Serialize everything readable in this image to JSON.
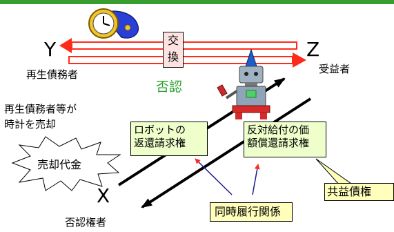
{
  "labels": {
    "party_y": "Y",
    "party_y_role": "再生債務者",
    "party_z": "Z",
    "party_z_role": "受益者",
    "party_x": "X",
    "party_x_role": "否認権者",
    "exchange_line1": "交",
    "exchange_line2": "換",
    "denial": "否認",
    "sale_line1": "再生債務者等が",
    "sale_line2": "時計を売却",
    "proceeds": "売却代金",
    "robot_claim_line1": "ロボットの",
    "robot_claim_line2": "返還請求権",
    "counter_claim_line1": "反対給付の価",
    "counter_claim_line2": "額償還請求権",
    "common_benefit": "共益債権",
    "simultaneous": "同時履行関係"
  },
  "icons": [
    "clock-icon",
    "robot-icon"
  ],
  "colors": {
    "top_bar": "#3a9e2e",
    "exchange_arrow": "#ff2b1a",
    "denial_text": "#2a9e2e",
    "box_green": "#eeffcc",
    "box_yellow": "#ffffbb",
    "callout_line": "#1a1a8c"
  }
}
